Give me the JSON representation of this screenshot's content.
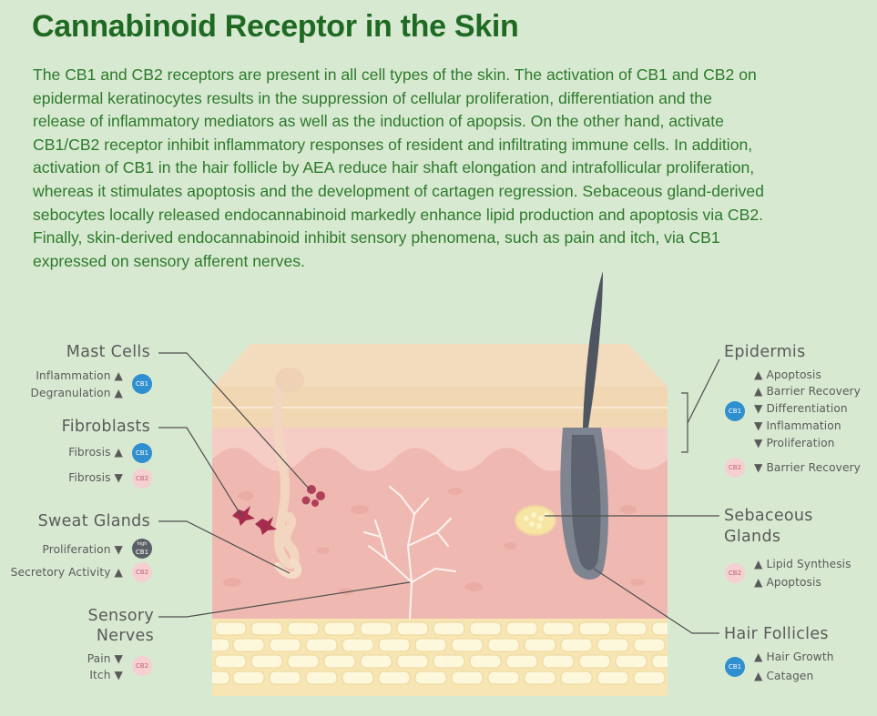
{
  "title": "Cannabinoid Receptor in the Skin",
  "intro_lines": [
    "The CB1 and CB2 receptors are present in all cell types of the skin. The activation of CB1 and CB2 on",
    "epidermal keratinocytes results in the suppression of cellular proliferation, differentiation and the",
    "release of inflammatory mediators as well as the induction of apopsis. On the other hand, activate",
    "CB1/CB2 receptor inhibit inflammatory responses of resident and infiltrating immune cells. In addition,",
    "activation of CB1 in the hair follicle by AEA reduce hair shaft elongation and intrafollicular proliferation,",
    "whereas it stimulates apoptosis and the development of cartagen regression. Sebaceous gland-derived",
    "sebocytes locally released endocannabinoid markedly enhance lipid production and apoptosis via CB2.",
    "Finally, skin-derived endocannabinoid inhibit sensory phenomena, such as pain and itch, via CB1",
    "expressed on sensory afferent nerves."
  ],
  "colors": {
    "background": "#d8e9d2",
    "title_green": "#1f6a23",
    "text_green": "#2c7a2a",
    "label_gray": "#5a5a5a",
    "cb1_blue": "#2f8fcf",
    "cb2_pink": "#f6cfd2",
    "skin_pink": "#f2bcb5",
    "epidermis_tan": "#f1dbb8"
  },
  "left": {
    "mast_cells": {
      "title": "Mast Cells",
      "lines": [
        "Inflammation ▲",
        "Degranulation ▲"
      ],
      "badge": "CB1"
    },
    "fibroblasts": {
      "title": "Fibroblasts",
      "line1": "Fibrosis ▲",
      "badge1": "CB1",
      "line2": "Fibrosis ▼",
      "badge2": "CB2"
    },
    "sweat_glands": {
      "title": "Sweat Glands",
      "line1": "Proliferation ▼",
      "badge1_top": "high",
      "badge1": "CB1",
      "line2": "Secretory Activity ▲",
      "badge2": "CB2"
    },
    "sensory_nerves": {
      "title1": "Sensory",
      "title2": "Nerves",
      "lines": [
        "Pain ▼",
        "Itch ▼"
      ],
      "badge": "CB2"
    }
  },
  "right": {
    "epidermis": {
      "title": "Epidermis",
      "cb1_lines": [
        "▲ Apoptosis",
        "▲ Barrier Recovery",
        "▼ Differentiation",
        "▼ Inflammation",
        "▼ Proliferation"
      ],
      "cb1_badge": "CB1",
      "cb2_line": "▼ Barrier Recovery",
      "cb2_badge": "CB2"
    },
    "sebaceous": {
      "title1": "Sebaceous",
      "title2": "Glands",
      "lines": [
        "▲ Lipid Synthesis",
        "▲ Apoptosis"
      ],
      "badge": "CB2"
    },
    "hair_follicles": {
      "title": "Hair Follicles",
      "lines": [
        "▲ Hair Growth",
        "▲ Catagen"
      ],
      "badge": "CB1"
    }
  }
}
